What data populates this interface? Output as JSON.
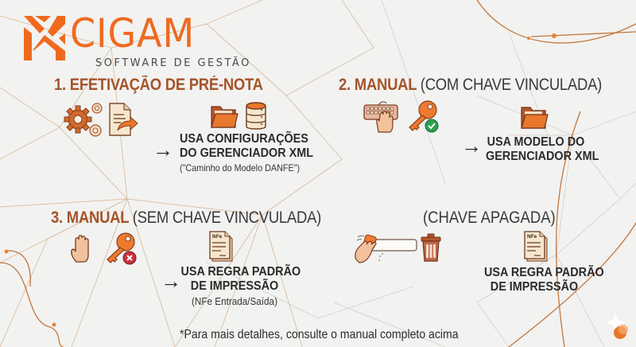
{
  "brand": {
    "name": "CIGAM",
    "tagline": "SOFTWARE DE GESTÃO",
    "color": "#ef6a1f"
  },
  "colors": {
    "heading_accent": "#a6542a",
    "icon_orange": "#e8782c",
    "icon_dark_orange": "#b5562a",
    "success_green": "#2e9e4f",
    "error_red": "#c8313d",
    "background": "#f2f2f1"
  },
  "sections": [
    {
      "number": "1.",
      "title": "EFETIVAÇÃO DE PRÉ-NOTA",
      "subtitle": "",
      "input_icons": [
        "gears-icon",
        "document-export-icon"
      ],
      "result_icons": [
        "folder-icon",
        "database-icon"
      ],
      "arrow": "→",
      "result_lines": [
        "USA CONFIGURAÇÕES",
        "DO GERENCIADOR XML"
      ],
      "result_note": "(\"Caminho do Modelo DANFE\")"
    },
    {
      "number": "2.",
      "title": "MANUAL",
      "subtitle": "(COM CHAVE VINCULADA)",
      "input_icons": [
        "keyboard-typing-icon",
        "key-check-icon"
      ],
      "result_icons": [
        "folder-icon"
      ],
      "arrow": "→",
      "result_lines": [
        "USA MODELO DO",
        "GERENCIADOR XML"
      ],
      "result_note": ""
    },
    {
      "number": "3.",
      "title": "MANUAL",
      "subtitle": "(SEM CHAVE VINCVULADA)",
      "input_icons": [
        "hand-icon",
        "key-cross-icon"
      ],
      "result_icons": [
        "nfe-document-icon"
      ],
      "arrow": "→",
      "result_lines": [
        "USA REGRA PADRÃO",
        "DE IMPRESSÃO"
      ],
      "result_note": "(NFe Entrada/Saída)",
      "doc_label": "NFe"
    },
    {
      "number": "",
      "title": "",
      "subtitle": "(CHAVE APAGADA)",
      "input_icons": [
        "eraser-field-icon",
        "trash-icon"
      ],
      "result_icons": [
        "nfe-document-icon"
      ],
      "arrow": "",
      "result_lines": [
        "USA REGRA PADRÃO",
        "DE IMPRESSÃO"
      ],
      "result_note": "",
      "doc_label": "NFe"
    }
  ],
  "footnote": "*Para mais detalhes, consulte o manual completo acima"
}
